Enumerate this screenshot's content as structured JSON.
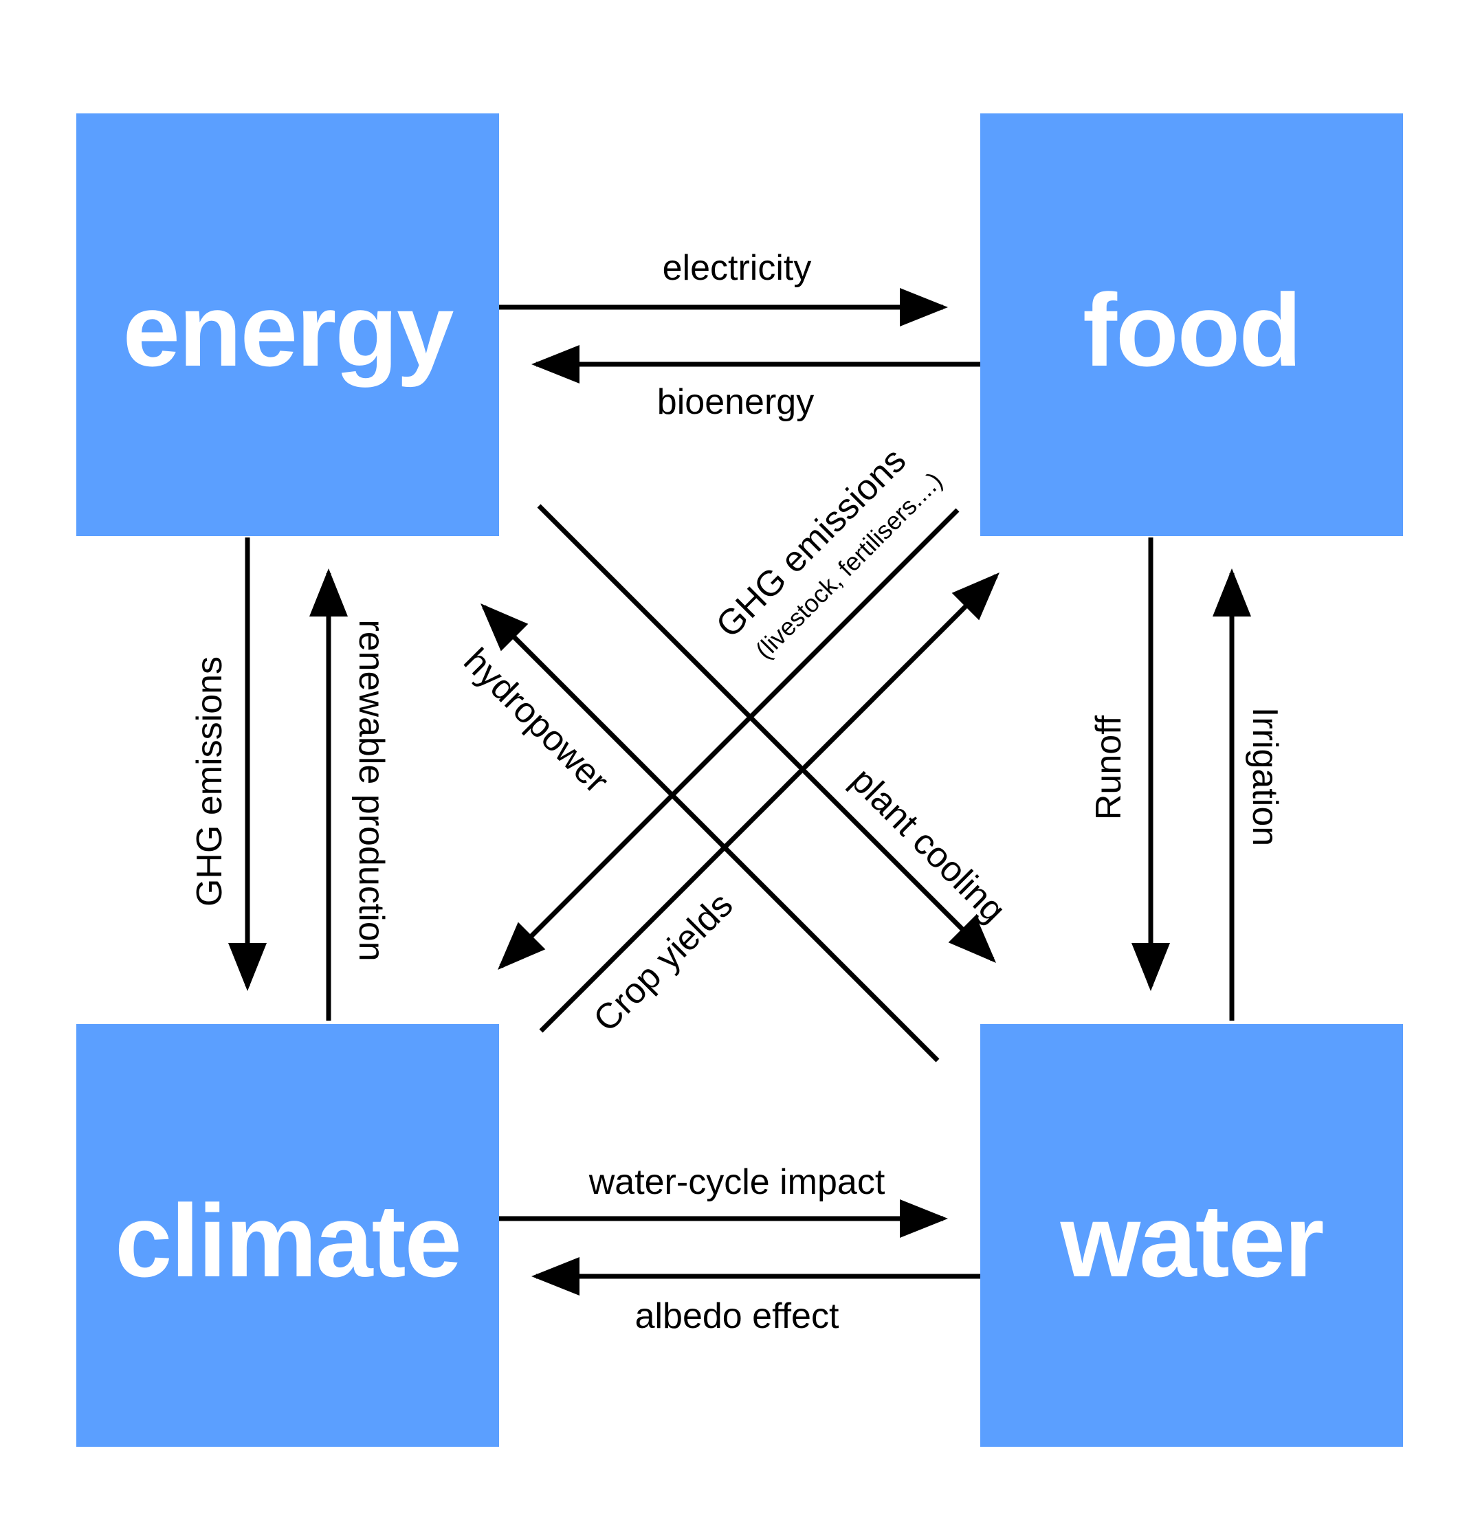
{
  "colors": {
    "box": "#5B9FFF",
    "arrow": "#000000",
    "box_text": "#ffffff"
  },
  "nodes": {
    "energy": "energy",
    "food": "food",
    "climate": "climate",
    "water": "water"
  },
  "edges": {
    "electricity": "electricity",
    "bioenergy": "bioenergy",
    "energy_to_climate": "GHG emissions",
    "renewable_production": "renewable production",
    "runoff": "Runoff",
    "irrigation": "Irrigation",
    "water_cycle_impact": "water-cycle impact",
    "albedo_effect": "albedo effect",
    "hydropower": "hydropower",
    "plant_cooling": "plant cooling",
    "food_to_climate": "GHG emissions",
    "food_to_climate_detail": "(livestock, fertilisers....)",
    "crop_yields": "Crop yields"
  }
}
